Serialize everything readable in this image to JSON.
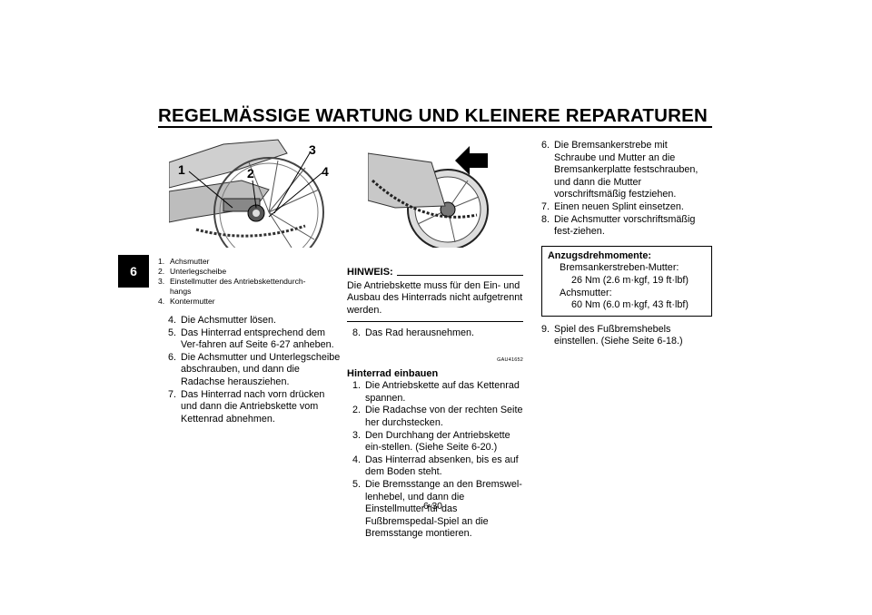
{
  "header": {
    "title": "REGELMÄSSIGE WARTUNG UND KLEINERE REPARATUREN",
    "chapter": "6"
  },
  "figure1": {
    "callouts": [
      "1",
      "2",
      "3",
      "4"
    ],
    "captions": [
      {
        "n": "1.",
        "text": "Achsmutter"
      },
      {
        "n": "2.",
        "text": "Unterlegscheibe"
      },
      {
        "n": "3.",
        "text": "Einstellmutter des Antriebskettendurch-",
        "text2": "hangs"
      },
      {
        "n": "4.",
        "text": "Kontermutter"
      }
    ]
  },
  "col1": {
    "steps": [
      {
        "n": "4.",
        "text": "Die Achsmutter lösen."
      },
      {
        "n": "5.",
        "text": "Das Hinterrad entsprechend dem Ver-fahren auf Seite 6-27 anheben."
      },
      {
        "n": "6.",
        "text": "Die Achsmutter und Unterlegscheibe abschrauben, und dann die Radachse herausziehen."
      },
      {
        "n": "7.",
        "text": "Das Hinterrad nach vorn drücken und dann die Antriebskette vom Kettenrad abnehmen."
      }
    ]
  },
  "col2": {
    "hint_title": "HINWEIS:",
    "hint_text": "Die Antriebskette muss für den Ein- und Ausbau des Hinterrads nicht aufgetrennt werden.",
    "step8": {
      "n": "8.",
      "text": "Das Rad herausnehmen."
    },
    "code": "GAU41652",
    "subtitle": "Hinterrad einbauen",
    "steps": [
      {
        "n": "1.",
        "text": "Die Antriebskette auf das Kettenrad spannen."
      },
      {
        "n": "2.",
        "text": "Die Radachse von der rechten Seite her durchstecken."
      },
      {
        "n": "3.",
        "text": "Den Durchhang der Antriebskette ein-stellen. (Siehe Seite 6-20.)"
      },
      {
        "n": "4.",
        "text": "Das Hinterrad absenken, bis es auf dem Boden steht."
      },
      {
        "n": "5.",
        "text": "Die Bremsstange an den Bremswel-lenhebel, und dann die Einstellmutter für das Fußbremspedal-Spiel an die Bremsstange montieren."
      }
    ]
  },
  "col3": {
    "steps": [
      {
        "n": "6.",
        "text": "Die Bremsankerstrebe mit Schraube und Mutter an die Bremsankerplatte festschrauben, und dann die Mutter vorschriftsmäßig festziehen."
      },
      {
        "n": "7.",
        "text": "Einen neuen Splint einsetzen."
      },
      {
        "n": "8.",
        "text": "Die Achsmutter vorschriftsmäßig fest-ziehen."
      }
    ],
    "torque": {
      "head": "Anzugsdrehmomente:",
      "item1_label": "Bremsankerstreben-Mutter:",
      "item1_value": "26 Nm (2.6 m·kgf, 19 ft·lbf)",
      "item2_label": "Achsmutter:",
      "item2_value": "60 Nm (6.0 m·kgf, 43 ft·lbf)"
    },
    "step9": {
      "n": "9.",
      "text": "Spiel des Fußbremshebels einstellen. (Siehe Seite 6-18.)"
    }
  },
  "footer": {
    "page": "6-30"
  }
}
